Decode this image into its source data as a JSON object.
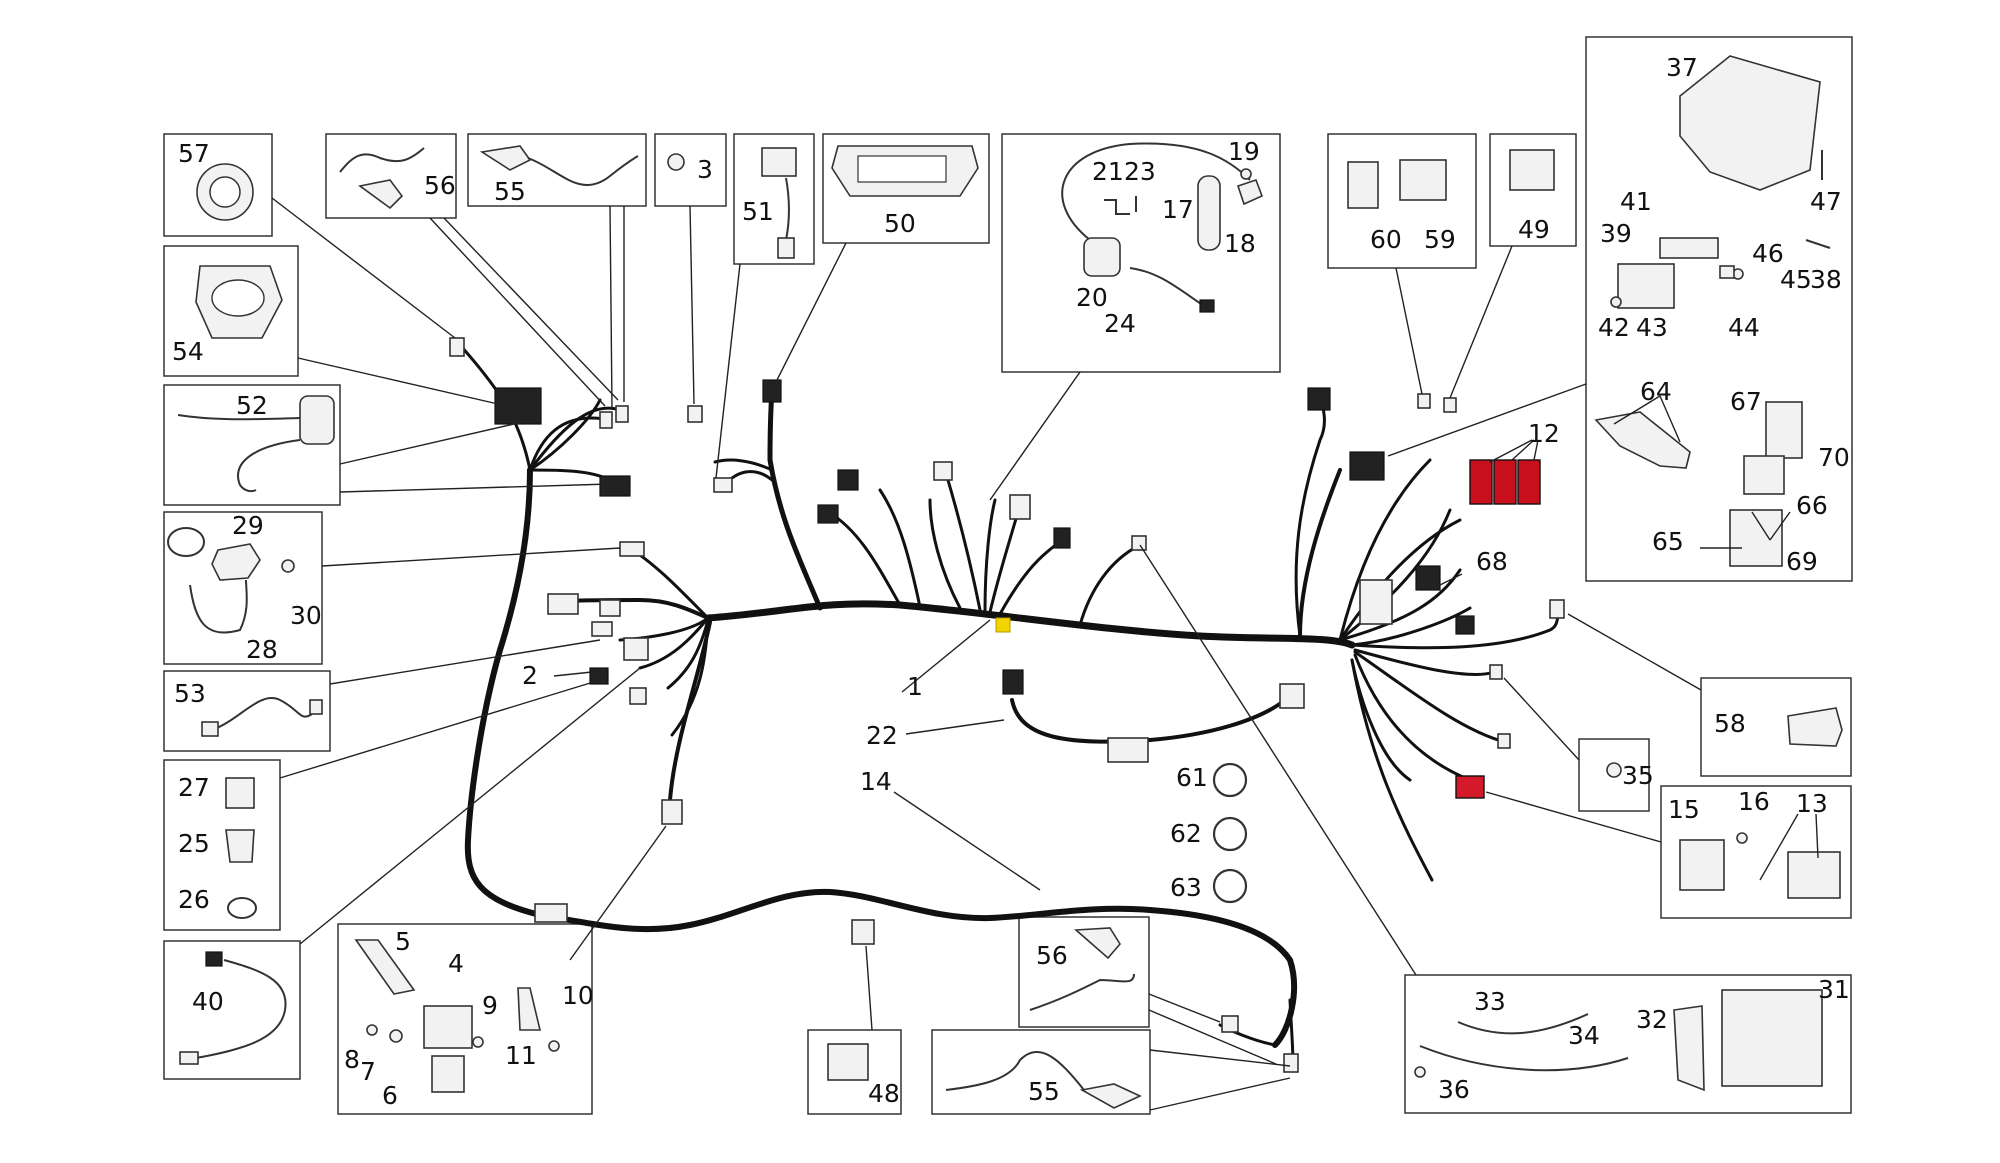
{
  "diagram": {
    "callouts": [
      "1",
      "2",
      "3",
      "4",
      "5",
      "6",
      "7",
      "8",
      "9",
      "10",
      "11",
      "12",
      "13",
      "14",
      "15",
      "16",
      "17",
      "18",
      "19",
      "20",
      "21",
      "22",
      "23",
      "24",
      "25",
      "26",
      "27",
      "28",
      "29",
      "30",
      "31",
      "32",
      "33",
      "34",
      "35",
      "36",
      "37",
      "38",
      "39",
      "40",
      "41",
      "42",
      "43",
      "44",
      "45",
      "46",
      "47",
      "48",
      "49",
      "50",
      "51",
      "52",
      "53",
      "54",
      "55",
      "56",
      "57",
      "58",
      "59",
      "60",
      "61",
      "62",
      "63",
      "64",
      "65",
      "66",
      "67",
      "68",
      "69",
      "70"
    ],
    "duplicate_callouts": {
      "55b": "55",
      "56b": "56"
    },
    "colors": {
      "harness": "#111111",
      "connector_red": "#d3192a",
      "tape_yellow": "#f2d400",
      "outline": "#333333"
    }
  }
}
